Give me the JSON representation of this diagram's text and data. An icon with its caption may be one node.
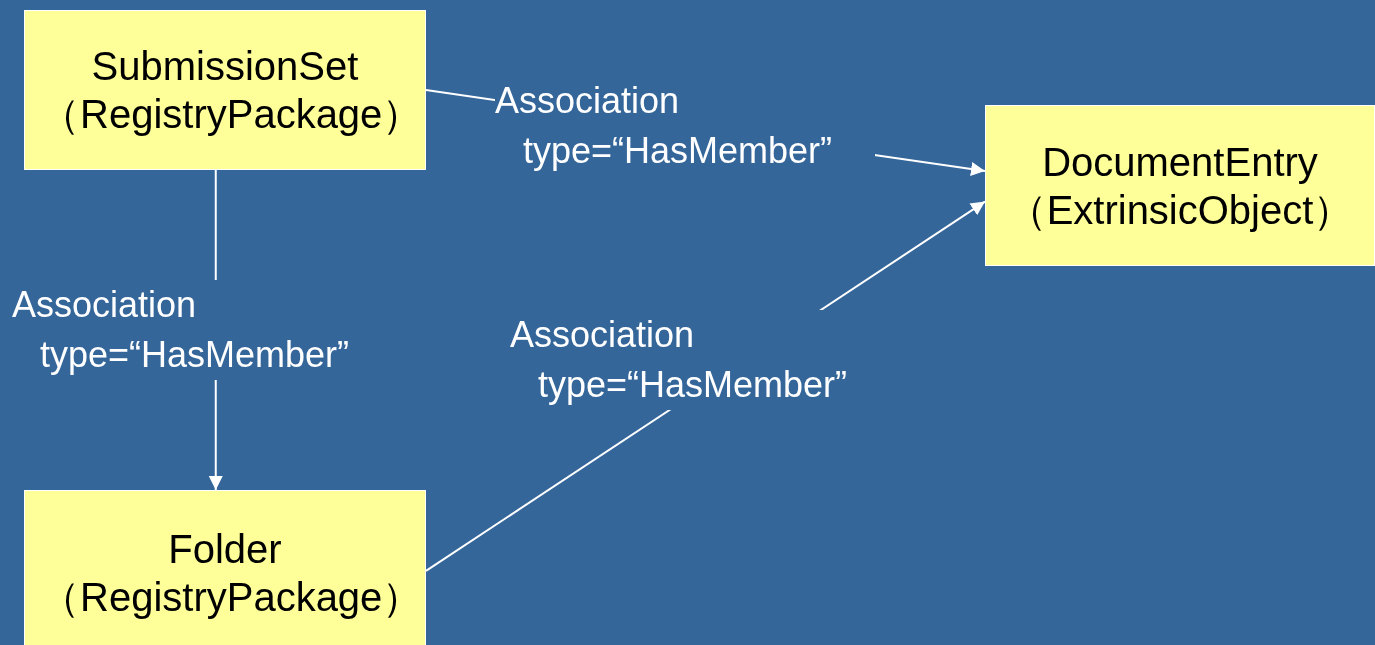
{
  "diagram": {
    "nodes": [
      {
        "text": [
          "SubmissionSet （RegistryPackage）"
        ]
      },
      {
        "text": [
          "Folder （RegistryPackage）"
        ]
      },
      {
        "text": [
          "DocumentEntry （ExtrinsicObject）"
        ]
      }
    ],
    "edges": [
      {
        "from": 0,
        "to": 2,
        "arrow": "to",
        "label": "Association type=“HasMember”"
      },
      {
        "from": 0,
        "to": 1,
        "arrow": "to",
        "label": "Association type=“HasMember”"
      },
      {
        "from": 1,
        "to": 2,
        "arrow": "to",
        "label": "Association type=“HasMember”"
      }
    ]
  }
}
